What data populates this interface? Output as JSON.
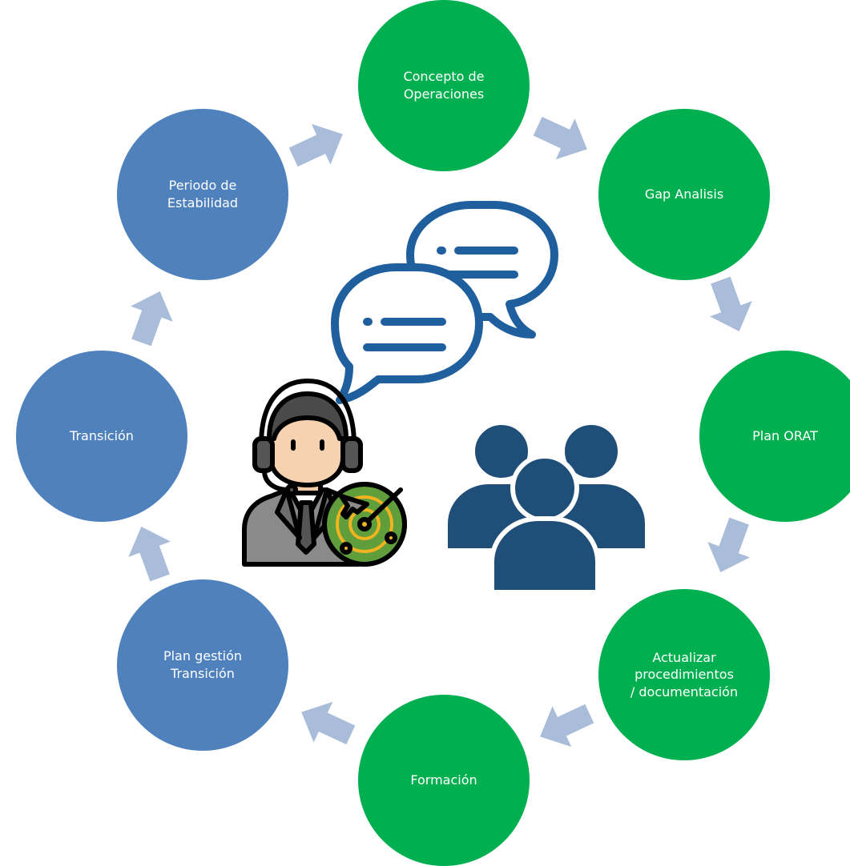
{
  "colors": {
    "green": "#00b050",
    "blue": "#4f81bd",
    "arrow": "#a9bcd9",
    "bubble_stroke": "#1f5f9e",
    "people": "#1f4e79"
  },
  "steps": [
    {
      "label": "Concepto de\nOperaciones",
      "color": "green"
    },
    {
      "label": "Gap Analisis",
      "color": "green"
    },
    {
      "label": "Plan ORAT",
      "color": "green"
    },
    {
      "label": "Actualizar\nprocedimientos\n/ documentación",
      "color": "green"
    },
    {
      "label": "Formación",
      "color": "green"
    },
    {
      "label": "Plan gestión\nTransición",
      "color": "blue"
    },
    {
      "label": "Transición",
      "color": "blue"
    },
    {
      "label": "Periodo de\nEstabilidad",
      "color": "blue"
    }
  ],
  "center_icons": [
    "chat-bubbles-icon",
    "air-traffic-controller-icon",
    "radar-icon",
    "people-group-icon"
  ]
}
